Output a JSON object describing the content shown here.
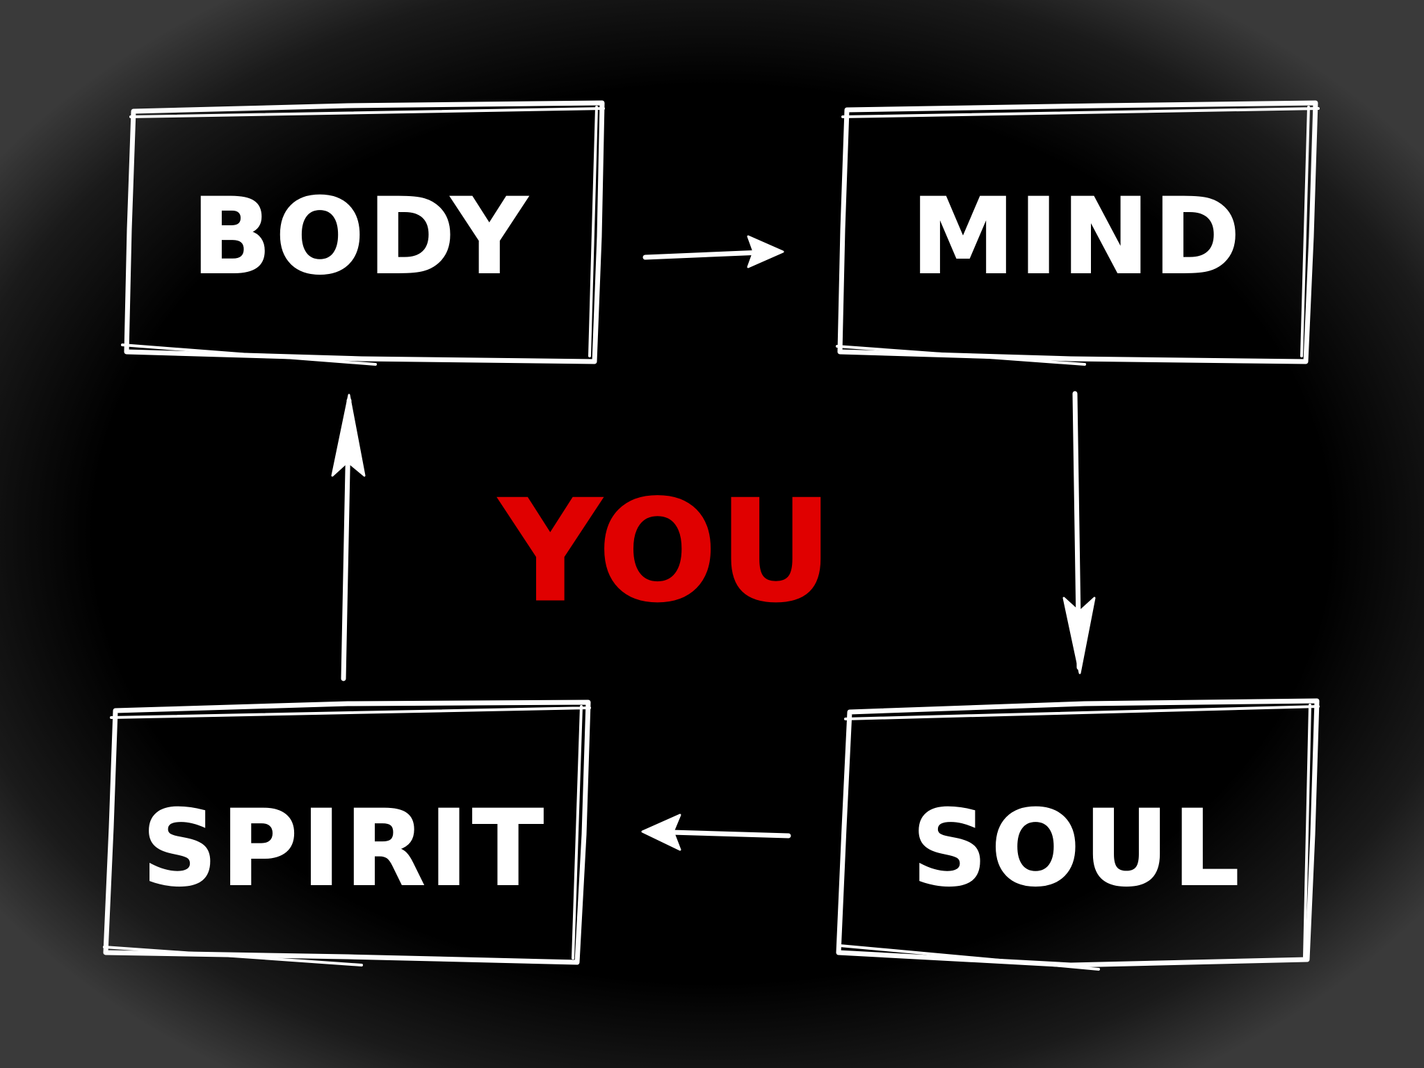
{
  "diagram": {
    "center": {
      "label": "YOU",
      "color": "#e00000"
    },
    "boxes": {
      "body": {
        "label": "BODY"
      },
      "mind": {
        "label": "MIND"
      },
      "soul": {
        "label": "SOUL"
      },
      "spirit": {
        "label": "SPIRIT"
      }
    },
    "flow": [
      "BODY",
      "MIND",
      "SOUL",
      "SPIRIT"
    ],
    "style": {
      "background": "#000000",
      "stroke": "#ffffff"
    }
  }
}
